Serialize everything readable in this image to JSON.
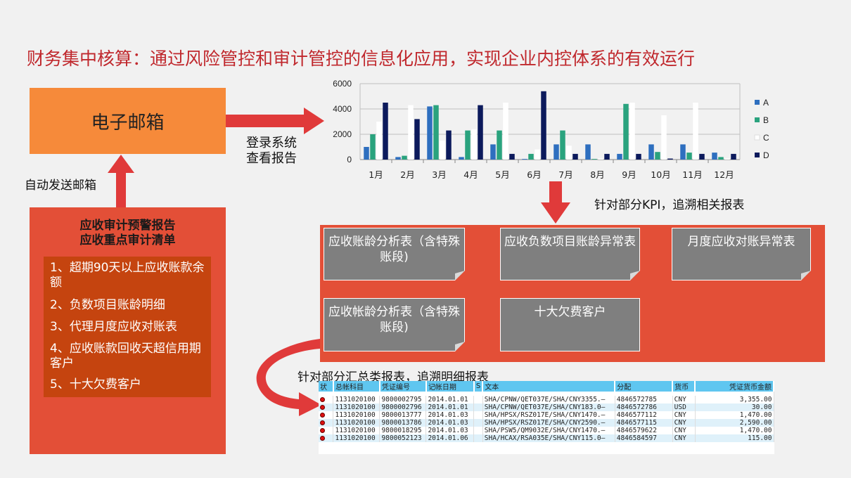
{
  "title": "财务集中核算：通过风险管控和审计管控的信息化应用，实现企业内控体系的有效运行",
  "email_box": "电子邮箱",
  "label_login_1": "登录系统",
  "label_login_2": "查看报告",
  "label_auto_send": "自动发送邮箱",
  "label_kpi": "针对部分KPI，追溯相关报表",
  "label_detail": "针对部分汇总类报表，追溯明细报表",
  "report": {
    "title_1": "应收审计预警报告",
    "title_2": "应收重点审计清单",
    "items": [
      "1、超期90天以上应收账款余额",
      "2、负数项目账龄明细",
      "3、代理月度应收对账表",
      "4、应收账款回收天超信用期客户",
      "5、十大欠费客户"
    ]
  },
  "cards": [
    "应收账龄分析表（含特殊账段)",
    "应收负数项目账龄异常表",
    "月度应收对账异常表",
    "应收帐龄分析表（含特殊账段)",
    "十大欠费客户"
  ],
  "table": {
    "headers": [
      "状",
      "总帐科目",
      "凭证编号",
      "记帐日期",
      "S",
      "文本",
      "分配",
      "货币",
      "凭证货币金额"
    ],
    "rows": [
      [
        "",
        "1131020100",
        "9800002795",
        "2014.01.01",
        "",
        "SHA/CPNW/QET037E/SHA/CNY3355.–",
        "4846572785",
        "CNY",
        "3,355.00"
      ],
      [
        "",
        "1131020100",
        "9800002796",
        "2014.01.01",
        "",
        "SHA/CPNW/QET037E/SHA/CNY183.0–",
        "4846572786",
        "USD",
        "30.00"
      ],
      [
        "",
        "1131020100",
        "9800013777",
        "2014.01.03",
        "",
        "SHA/HPSX/RSZ017E/SHA/CNY1470.–",
        "4846577112",
        "CNY",
        "1,470.00"
      ],
      [
        "",
        "1131020100",
        "9800013786",
        "2014.01.03",
        "",
        "SHA/HPSX/RSZ017E/SHA/CNY2590.–",
        "4846577115",
        "CNY",
        "2,590.00"
      ],
      [
        "",
        "1131020100",
        "9800018295",
        "2014.01.03",
        "",
        "SHA/PSW5/QM9032E/SHA/CNY1470.–",
        "4846579622",
        "CNY",
        "1,470.00"
      ],
      [
        "",
        "1131020100",
        "9800052123",
        "2014.01.06",
        "",
        "SHA/HCAX/RSA035E/SHA/CNY115.0–",
        "4846584597",
        "CNY",
        "115.00"
      ]
    ]
  },
  "chart_data": {
    "type": "bar",
    "categories": [
      "1月",
      "2月",
      "3月",
      "4月",
      "5月",
      "6月",
      "7月",
      "8月",
      "9月",
      "10月",
      "11月",
      "12月"
    ],
    "series": [
      {
        "name": "A",
        "color": "#2e6fbf",
        "values": [
          1000,
          200,
          4200,
          200,
          1200,
          50,
          1200,
          1200,
          450,
          1200,
          1200,
          550
        ]
      },
      {
        "name": "B",
        "color": "#2aa37e",
        "values": [
          2000,
          300,
          4300,
          2300,
          2300,
          450,
          2300,
          50,
          4400,
          600,
          550,
          200
        ]
      },
      {
        "name": "C",
        "color": "#ffffff",
        "values": [
          3000,
          4300,
          1500,
          2400,
          4500,
          800,
          1100,
          80,
          4500,
          3500,
          4500,
          80
        ]
      },
      {
        "name": "D",
        "color": "#0c1a5c",
        "values": [
          4500,
          3200,
          2300,
          4300,
          450,
          5400,
          450,
          450,
          450,
          80,
          450,
          450
        ]
      }
    ],
    "yticks": [
      0,
      2000,
      4000,
      6000
    ],
    "ylim": [
      0,
      6000
    ],
    "legend": "right"
  }
}
